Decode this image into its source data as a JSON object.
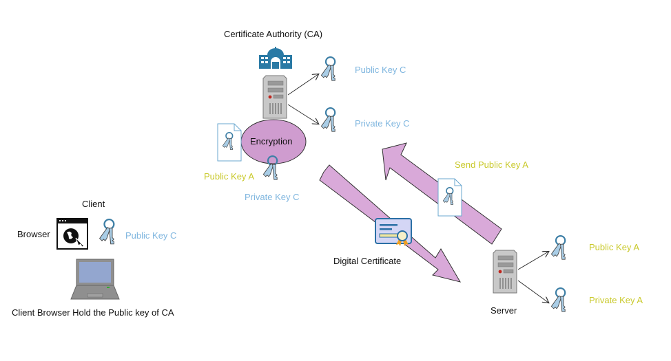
{
  "ca": {
    "title": "Certificate Authority (CA)",
    "public_key_label": "Public Key C",
    "private_key_label": "Private Key C",
    "encryption_label": "Encryption",
    "input_public_key_label": "Public Key A",
    "input_private_key_label": "Private Key C"
  },
  "client": {
    "title": "Client",
    "browser_label": "Browser",
    "public_key_label": "Public Key C",
    "caption": "Client Browser Hold the Public key of CA"
  },
  "flows": {
    "send_label": "Send Public Key A",
    "certificate_label": "Digital Certificate"
  },
  "server": {
    "title": "Server",
    "public_key_label": "Public Key A",
    "private_key_label": "Private Key A"
  },
  "colors": {
    "ca_key_text": "#7fb6df",
    "server_key_text": "#c9c92a",
    "arrow_fill": "#d9a9d9",
    "ellipse_fill": "#cf9ccf",
    "key_fill": "#a9cde6"
  }
}
